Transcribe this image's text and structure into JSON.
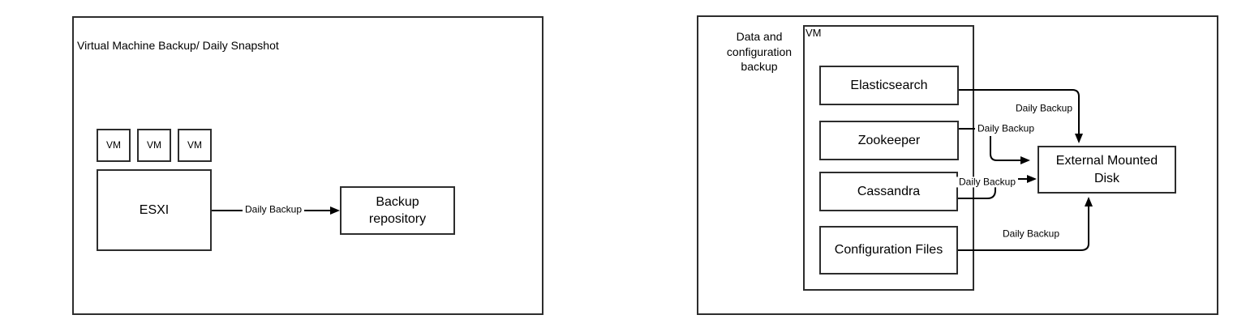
{
  "left_panel": {
    "title": "Virtual Machine Backup/ Daily Snapshot",
    "vm_boxes": [
      "VM",
      "VM",
      "VM"
    ],
    "esxi": "ESXI",
    "backup_repository": "Backup repository",
    "edge_label": "Daily Backup"
  },
  "right_panel": {
    "caption": "Data and configuration backup",
    "vm_group": "VM",
    "elasticsearch": "Elasticsearch",
    "zookeeper": "Zookeeper",
    "cassandra": "Cassandra",
    "configuration_files": "Configuration Files",
    "external_disk": "External Mounted Disk",
    "edge_labels": {
      "elasticsearch": "Daily Backup",
      "zookeeper": "Daily Backup",
      "cassandra": "Daily Backup",
      "configuration_files": "Daily Backup"
    }
  },
  "colors": {
    "box_stroke": "#2d2d2d",
    "edge_stroke": "#000000",
    "text": "#000000",
    "background": "#ffffff"
  }
}
